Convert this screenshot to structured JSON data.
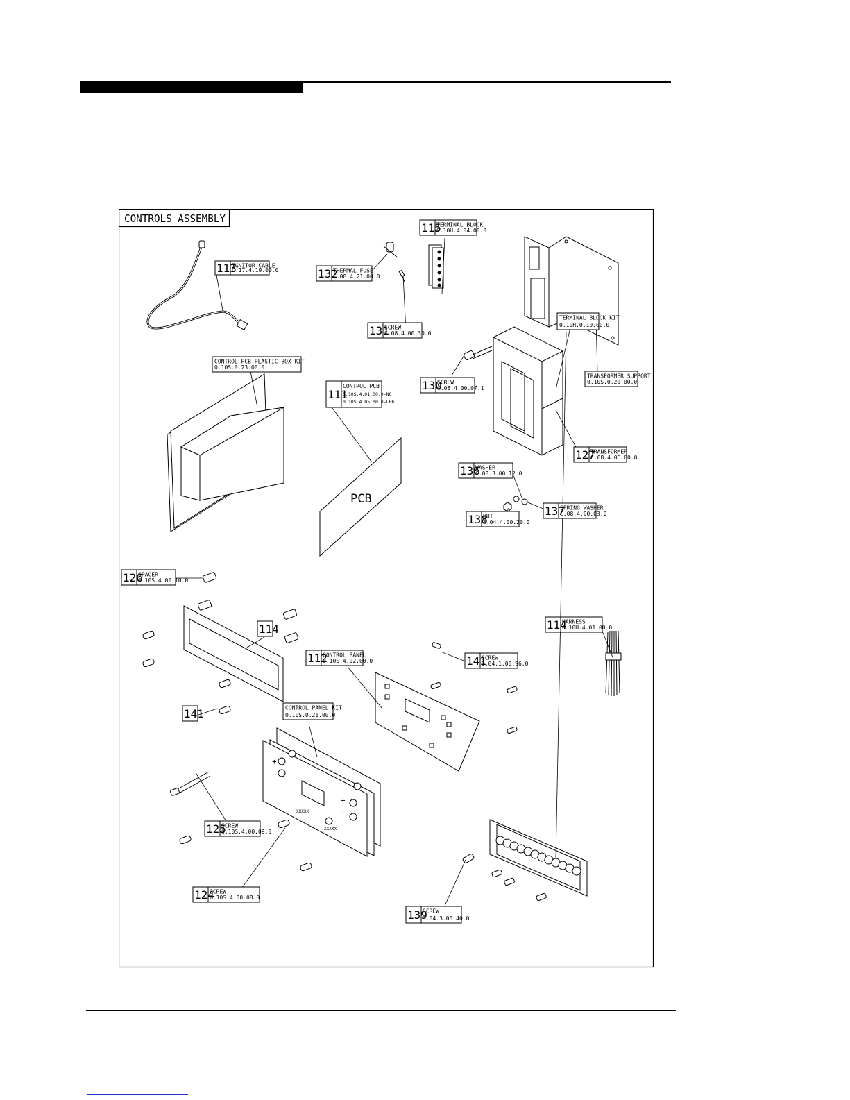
{
  "diagram": {
    "title": "CONTROLS ASSEMBLY",
    "pcb_marking": "PCB",
    "panel_marking_1": "XXXXX",
    "panel_marking_2": "XXXXX",
    "plus_left": "+",
    "minus_left": "–",
    "plus_right": "+",
    "minus_right": "–",
    "callouts": [
      {
        "number": "113",
        "name": "IGNITOR CABLE",
        "code": "C.17.4.19.00.0"
      },
      {
        "number": "132",
        "name": "THERMAL FUSE",
        "code": "C.08.4.21.00.0"
      },
      {
        "number": "115",
        "name": "TERMINAL BLOCK",
        "code": "0.10H.4.04.00.0"
      },
      {
        "number": "131",
        "name": "SCREW",
        "code": "C.08.4.00.30.0"
      },
      {
        "number": "",
        "name": "CONTROL PCB PLASTIC BOX KIT",
        "code": "0.10S.0.23.00.0"
      },
      {
        "number": "111",
        "name": "CONTROL PCB",
        "code": "0.10S.4.01.00.0-NG",
        "code2": "0.10S.4.05.00.0-LPG"
      },
      {
        "number": "130",
        "name": "SCREW",
        "code": "C.08.4.00.07.1"
      },
      {
        "number": "",
        "name": "TRANSFORMER SUPPORT KIT",
        "code": "0.10S.0.20.00.0"
      },
      {
        "number": "127",
        "name": "TRANSFORMER",
        "code": "C.08.4.06.00.0"
      },
      {
        "number": "136",
        "name": "WASHER",
        "code": "C.08.3.00.12.0"
      },
      {
        "number": "137",
        "name": "SPRING WASHER",
        "code": "C.08.4.00.03.0"
      },
      {
        "number": "138",
        "name": "NUT",
        "code": "3.04.4.00.20.0"
      },
      {
        "number": "126",
        "name": "SPACER",
        "code": "0.10S.4.00.10.0"
      },
      {
        "number": "114",
        "name": "",
        "code": ""
      },
      {
        "number": "112",
        "name": "CONTROL PANEL",
        "code": "0.10S.4.02.00.0"
      },
      {
        "number": "141",
        "name": "SCREW",
        "code": "3.04.1.00.96.0"
      },
      {
        "number": "114",
        "name": "HARNESS",
        "code": "0.10H.4.01.00.0"
      },
      {
        "number": "141",
        "name": "",
        "code": ""
      },
      {
        "number": "",
        "name": "CONTROL PANEL KIT",
        "code": "0.10S.0.21.00.0"
      },
      {
        "number": "125",
        "name": "SCREW",
        "code": "0.10S.4.00.09.0"
      },
      {
        "number": "",
        "name": "TERMINAL BLOCK KIT",
        "code": "0.10H.0.10.00.0"
      },
      {
        "number": "124",
        "name": "SCREW",
        "code": "0.10S.4.00.08.0"
      },
      {
        "number": "139",
        "name": "SCREW",
        "code": "3.04.3.00.40.0"
      }
    ]
  }
}
